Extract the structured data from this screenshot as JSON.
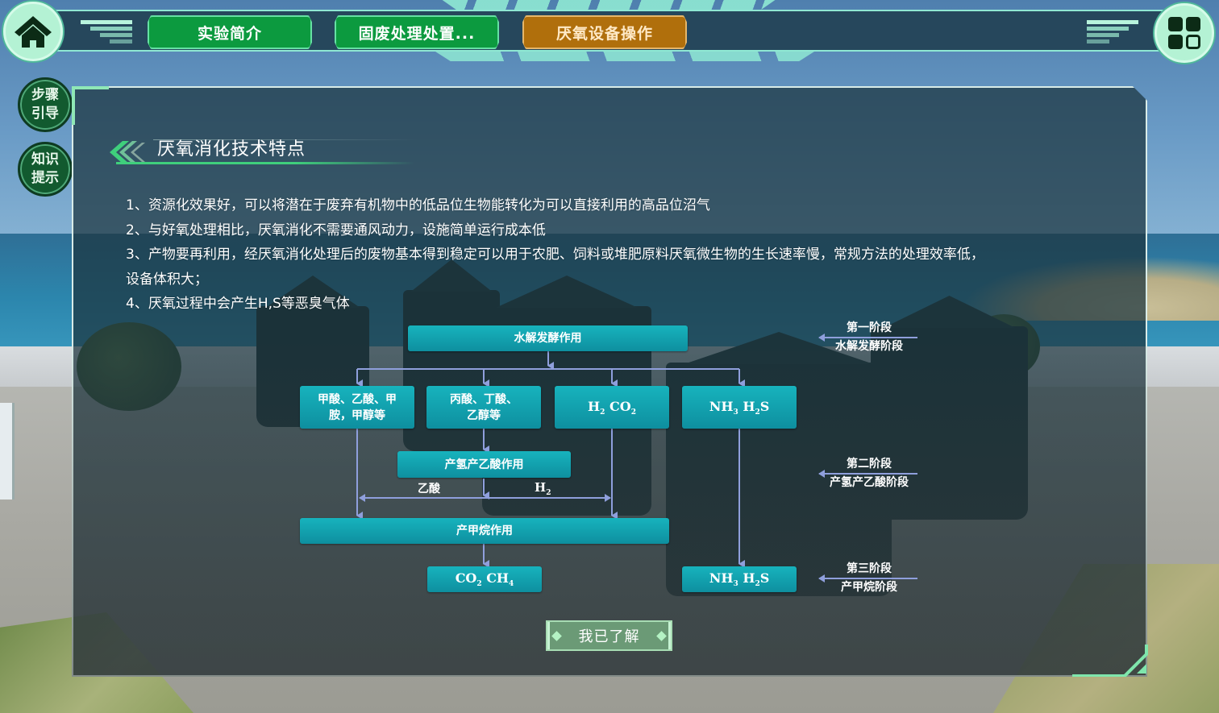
{
  "topbar": {
    "home_icon": "home-icon",
    "apps_icon": "grid-apps-icon",
    "tabs": [
      {
        "label": "实验简介",
        "state": "default"
      },
      {
        "label": "固废处理处置...",
        "state": "default"
      },
      {
        "label": "厌氧设备操作",
        "state": "active"
      }
    ]
  },
  "side_buttons": [
    {
      "label_line1": "步骤",
      "label_line2": "引导"
    },
    {
      "label_line1": "知识",
      "label_line2": "提示"
    }
  ],
  "panel": {
    "title": "厌氧消化技术特点",
    "points": [
      "1、资源化效果好，可以将潜在于废弃有机物中的低品位生物能转化为可以直接利用的高品位沼气",
      "2、与好氧处理相比，厌氧消化不需要通风动力，设施简单运行成本低",
      "3、产物要再利用，经厌氧消化处理后的废物基本得到稳定可以用于农肥、饲料或堆肥原料厌氧微生物的生长速率慢，常规方法的处理效率低，",
      "设备体积大；",
      "4、厌氧过程中会产生H,S等恶臭气体"
    ],
    "confirm_label": "我已了解"
  },
  "diagram": {
    "hydrolysis": "水解发酵作用",
    "product1": "甲酸、乙酸、甲胺，甲醇等",
    "product1_line1": "甲酸、乙酸、甲",
    "product1_line2": "胺，甲醇等",
    "product2_line1": "丙酸、丁酸、",
    "product2_line2": "乙醇等",
    "product3": {
      "a": "H",
      "a_sub": "2",
      "b": " CO",
      "b_sub": "2"
    },
    "product4": {
      "a": "NH",
      "a_sub": "3",
      "b": " H",
      "b_sub": "2",
      "c": "S"
    },
    "acetogenesis": "产氢产乙酸作用",
    "acetic_label": "乙酸",
    "h2_label": {
      "a": "H",
      "a_sub": "2"
    },
    "methanogenesis": "产甲烷作用",
    "final_gas": {
      "a": "CO",
      "a_sub": "2",
      "b": " CH",
      "b_sub": "4"
    },
    "final_nh3": {
      "a": "NH",
      "a_sub": "3",
      "b": " H",
      "b_sub": "2",
      "c": "S"
    },
    "stages": [
      {
        "title": "第一阶段",
        "name": "水解发酵阶段"
      },
      {
        "title": "第二阶段",
        "name": "产氢产乙酸阶段"
      },
      {
        "title": "第三阶段",
        "name": "产甲烷阶段"
      }
    ],
    "colors": {
      "box": "#17b3bd",
      "arrow": "#8f9fdc"
    }
  }
}
